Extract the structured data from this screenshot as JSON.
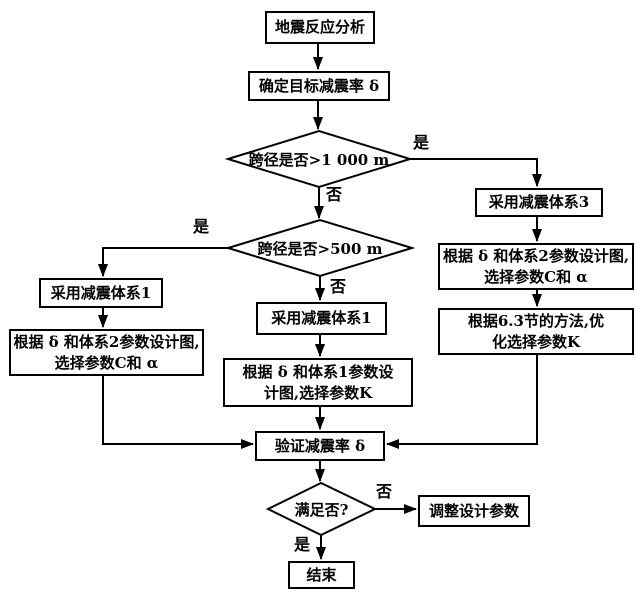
{
  "diagram": {
    "background": "#ffffff",
    "line_color": "#000000",
    "box_fill": "#ffffff",
    "nodes": {
      "start": "地震反应分析",
      "target_rate": "确定目标减震率 δ",
      "decision_span_1000": "跨径是否>1 000 m",
      "decision_span_500": "跨径是否>500 m",
      "system1_left": "采用减震体系1",
      "params_left": "根据 δ 和体系2参数设计图,\n选择参数C和 α",
      "system1_mid": "采用减震体系1",
      "params_mid": "根据 δ 和体系1参数设\n计图,选择参数K",
      "system3": "采用减震体系3",
      "params_right": "根据 δ 和体系2参数设计图,\n选择参数C和 α",
      "optimize_right": "根据6.3节的方法,优\n化选择参数K",
      "verify": "验证减震率 δ",
      "decision_satisfied": "满足否?",
      "adjust": "调整设计参数",
      "end": "结束"
    },
    "edge_labels": {
      "span1000_yes": "是",
      "span1000_no": "否",
      "span500_yes": "是",
      "span500_no": "否",
      "satisfied_no": "否",
      "satisfied_yes": "是"
    }
  }
}
